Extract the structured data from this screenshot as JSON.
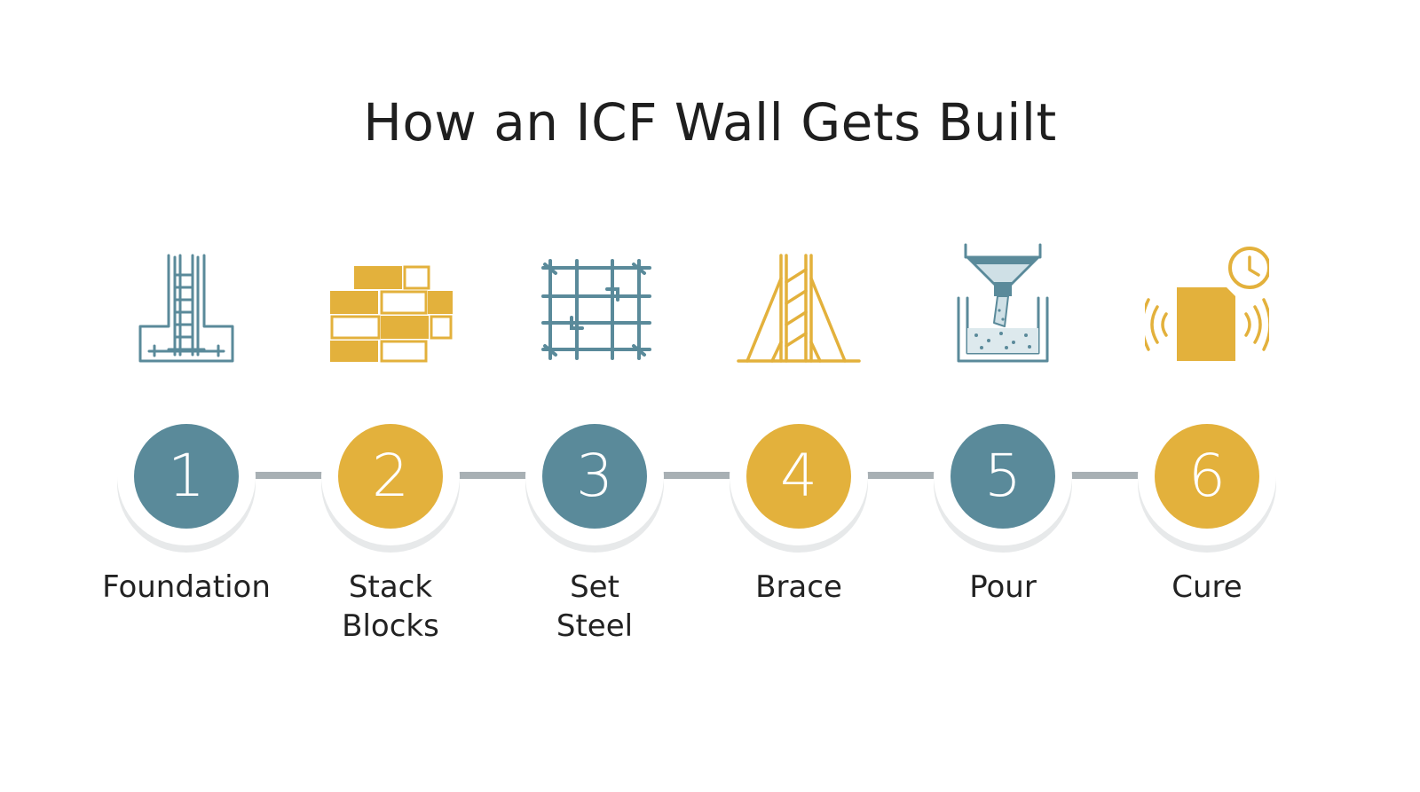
{
  "title": "How an ICF Wall Gets Built",
  "colors": {
    "teal": "#5a8a9a",
    "gold": "#e3b13c",
    "connector": "#a8b0b4"
  },
  "steps": [
    {
      "number": "1",
      "label_lines": [
        "Foundation",
        ""
      ],
      "icon": "foundation-footing-rebar-icon",
      "color": "teal"
    },
    {
      "number": "2",
      "label_lines": [
        "Stack",
        "Blocks"
      ],
      "icon": "stacked-blocks-icon",
      "color": "gold"
    },
    {
      "number": "3",
      "label_lines": [
        "Set",
        "Steel"
      ],
      "icon": "rebar-grid-icon",
      "color": "teal"
    },
    {
      "number": "4",
      "label_lines": [
        "Brace",
        ""
      ],
      "icon": "wall-bracing-icon",
      "color": "gold"
    },
    {
      "number": "5",
      "label_lines": [
        "Pour",
        ""
      ],
      "icon": "concrete-pour-funnel-icon",
      "color": "teal"
    },
    {
      "number": "6",
      "label_lines": [
        "Cure",
        ""
      ],
      "icon": "curing-wall-clock-icon",
      "color": "gold"
    }
  ]
}
